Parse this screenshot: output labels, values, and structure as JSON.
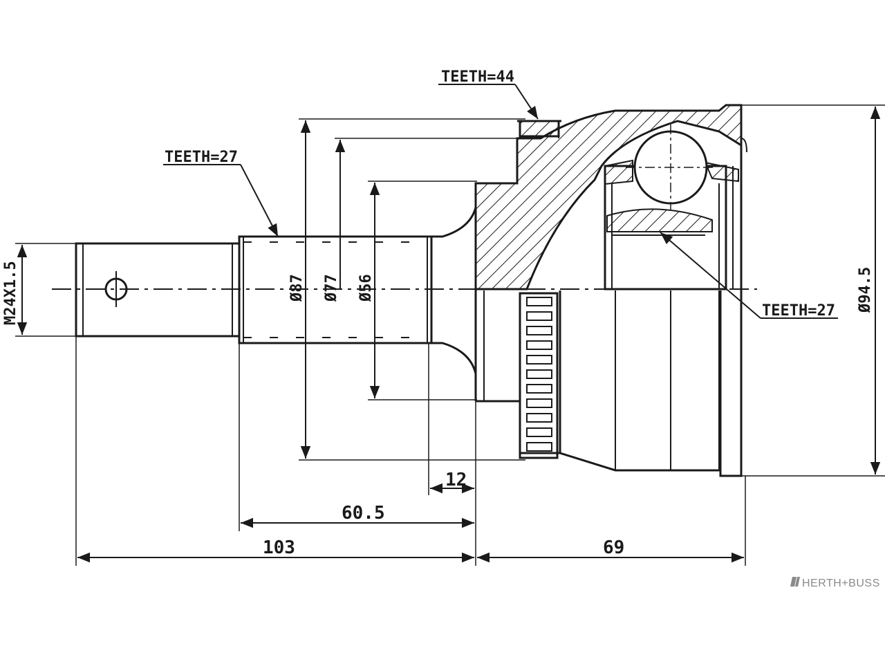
{
  "labels": {
    "teeth_top": "TEETH=44",
    "teeth_left": "TEETH=27",
    "teeth_right": "TEETH=27",
    "thread": "M24X1.5",
    "dia_87": "Ø87",
    "dia_77": "Ø77",
    "dia_56": "Ø56",
    "dia_945": "Ø94.5",
    "len_12": "12",
    "len_605": "60.5",
    "len_103": "103",
    "len_69": "69"
  },
  "brand": {
    "name": "HERTH+BUSS",
    "logo_icon": "herth-buss-logo-icon"
  }
}
